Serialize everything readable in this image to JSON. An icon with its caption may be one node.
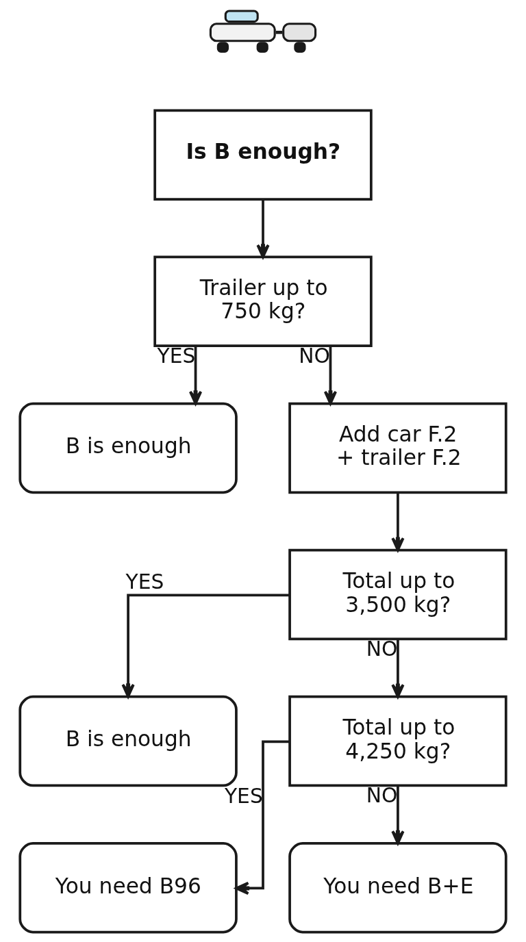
{
  "diagram": {
    "nodes": [
      {
        "text": [],
        "shape": "picture"
      },
      {
        "text": [
          "Is B enough?"
        ]
      },
      {
        "text": [
          "Trailer up to 750 kg?"
        ]
      },
      {
        "text": [
          "B is enough"
        ]
      },
      {
        "text": [
          "Add car F.2 + trailer F.2"
        ]
      },
      {
        "text": [
          "Total up to 3,500 kg?"
        ]
      },
      {
        "text": [
          "B is enough"
        ]
      },
      {
        "text": [
          "Total up to 4,250 kg?"
        ]
      },
      {
        "text": [
          "You need B96"
        ]
      },
      {
        "text": [
          "You need B+E"
        ]
      }
    ],
    "edges": [
      {
        "from": 1,
        "to": 2,
        "arrow": "to"
      },
      {
        "from": 2,
        "to": 3,
        "arrow": "to",
        "label": "YES"
      },
      {
        "from": 2,
        "to": 4,
        "arrow": "to",
        "label": "NO"
      },
      {
        "from": 4,
        "to": 5,
        "arrow": "to"
      },
      {
        "from": 5,
        "to": 6,
        "arrow": "to",
        "label": "YES"
      },
      {
        "from": 5,
        "to": 7,
        "arrow": "to",
        "label": "NO"
      },
      {
        "from": 7,
        "to": 8,
        "arrow": "to",
        "label": "YES"
      },
      {
        "from": 7,
        "to": 9,
        "arrow": "to",
        "label": "NO"
      }
    ]
  }
}
